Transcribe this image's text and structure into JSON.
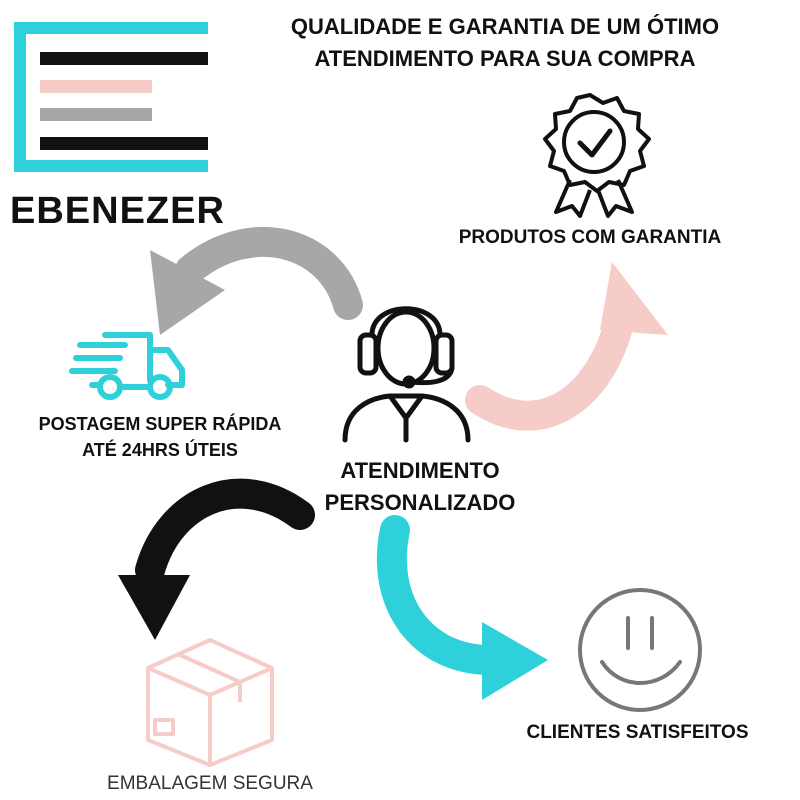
{
  "headline": {
    "line1": "QUALIDADE E GARANTIA DE UM ÓTIMO",
    "line2": "ATENDIMENTO PARA SUA COMPRA"
  },
  "brand": {
    "name": "EBENEZER"
  },
  "center": {
    "line1": "ATENDIMENTO",
    "line2": "PERSONALIZADO",
    "icon": "support-agent-icon"
  },
  "guarantee": {
    "label": "PRODUTOS COM GARANTIA",
    "icon": "quality-badge-icon"
  },
  "shipping": {
    "line1": "POSTAGEM SUPER RÁPIDA",
    "line2": "ATÉ 24HRS ÚTEIS",
    "icon": "delivery-truck-icon"
  },
  "packaging": {
    "label": "EMBALAGEM SEGURA",
    "icon": "package-box-icon"
  },
  "customers": {
    "label": "CLIENTES SATISFEITOS",
    "icon": "smiley-face-icon"
  },
  "colors": {
    "teal": "#2ed1d9",
    "pink": "#f6ccc8",
    "gray": "#a7a7a7",
    "black": "#111111"
  }
}
